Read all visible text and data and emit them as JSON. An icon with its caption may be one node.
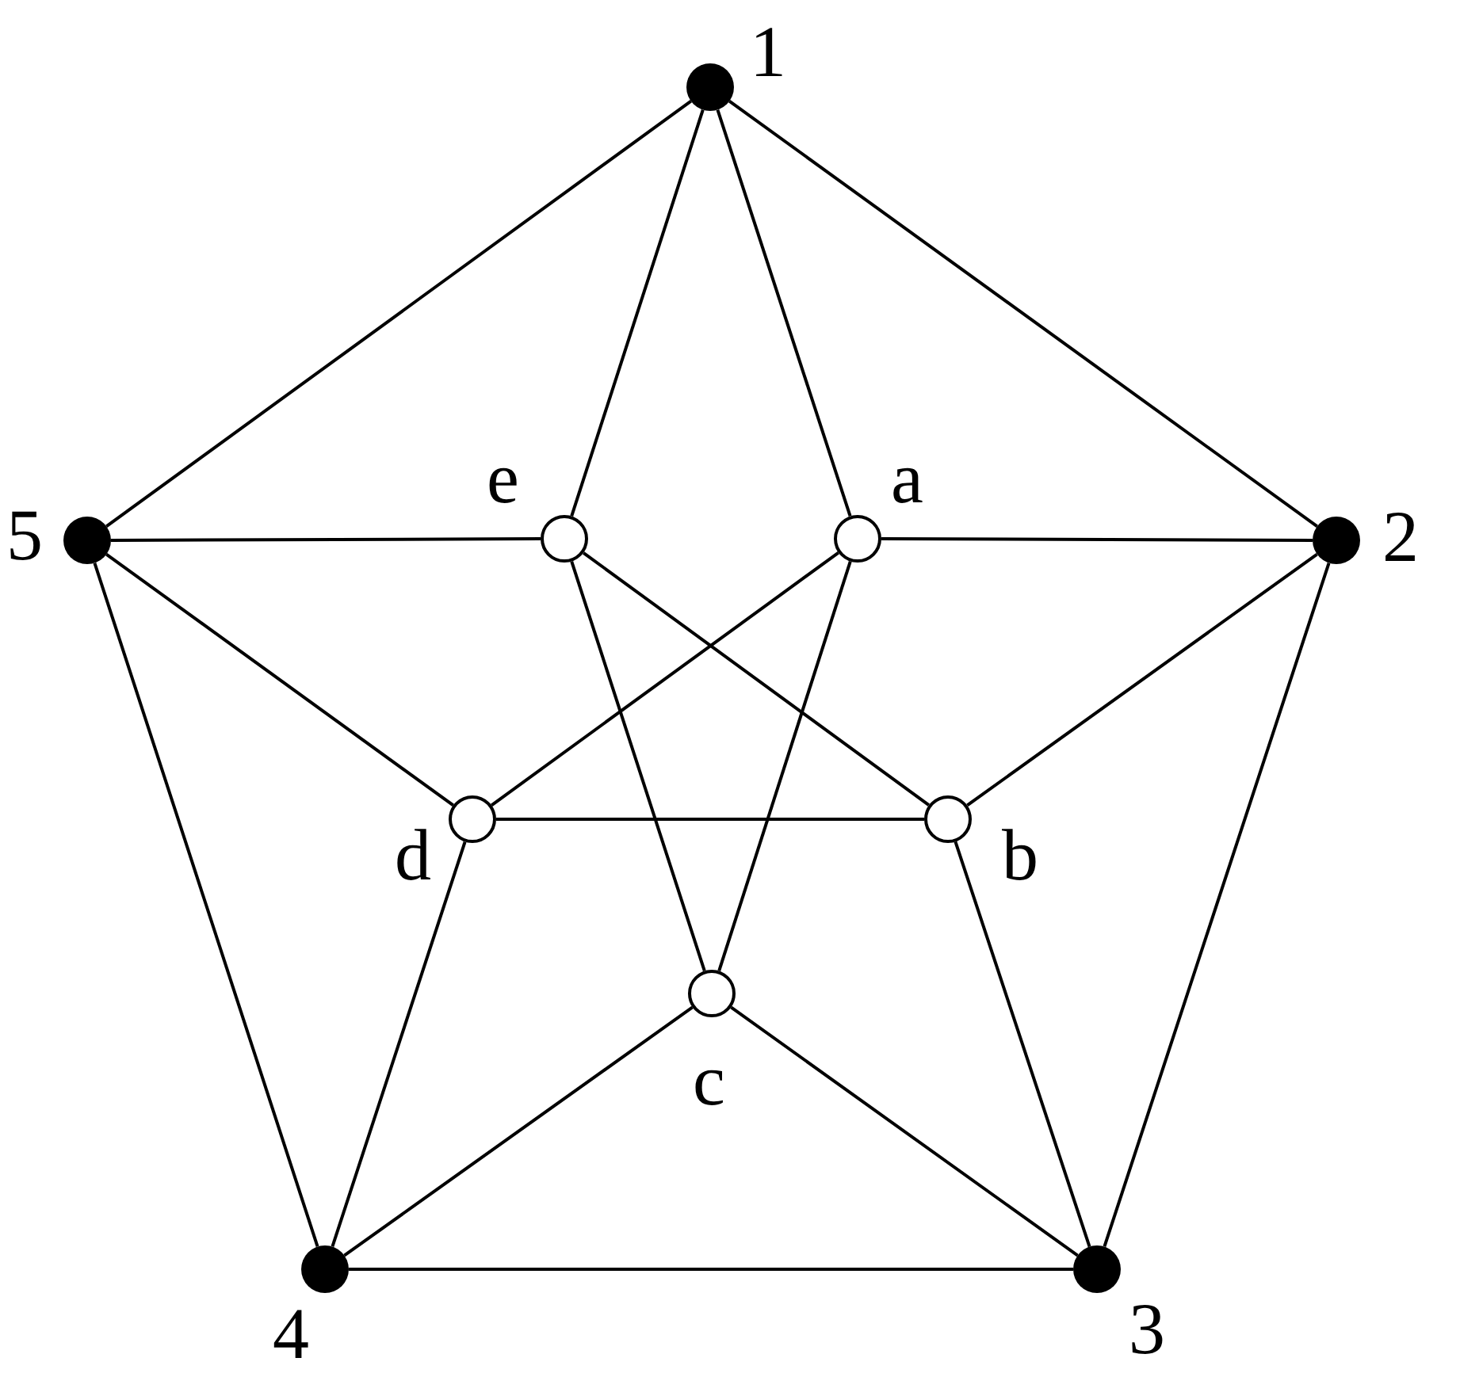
{
  "diagram": {
    "nodes": [
      {
        "text": [],
        "shape": "dot",
        "beside": [
          "1"
        ]
      },
      {
        "text": [],
        "shape": "dot",
        "beside": [
          "5"
        ]
      },
      {
        "text": [],
        "shape": "circle",
        "beside": [
          "e"
        ]
      },
      {
        "text": [],
        "shape": "circle",
        "beside": [
          "a"
        ]
      },
      {
        "text": [],
        "shape": "dot",
        "beside": [
          "2"
        ]
      },
      {
        "text": [],
        "shape": "circle",
        "beside": [
          "d"
        ]
      },
      {
        "text": [],
        "shape": "circle",
        "beside": [
          "b"
        ]
      },
      {
        "text": [],
        "shape": "circle",
        "beside": [
          "c"
        ]
      },
      {
        "text": [],
        "shape": "dot",
        "beside": [
          "4"
        ]
      },
      {
        "text": [],
        "shape": "dot",
        "beside": [
          "3"
        ]
      }
    ],
    "edges": [
      {
        "from": 0,
        "to": 4,
        "arrow": "none"
      },
      {
        "from": 4,
        "to": 9,
        "arrow": "none"
      },
      {
        "from": 9,
        "to": 8,
        "arrow": "none"
      },
      {
        "from": 8,
        "to": 1,
        "arrow": "none"
      },
      {
        "from": 1,
        "to": 0,
        "arrow": "none"
      },
      {
        "from": 0,
        "to": 2,
        "arrow": "none"
      },
      {
        "from": 0,
        "to": 3,
        "arrow": "none"
      },
      {
        "from": 1,
        "to": 2,
        "arrow": "none"
      },
      {
        "from": 1,
        "to": 5,
        "arrow": "none"
      },
      {
        "from": 4,
        "to": 3,
        "arrow": "none"
      },
      {
        "from": 4,
        "to": 6,
        "arrow": "none"
      },
      {
        "from": 8,
        "to": 5,
        "arrow": "none"
      },
      {
        "from": 8,
        "to": 7,
        "arrow": "none"
      },
      {
        "from": 9,
        "to": 7,
        "arrow": "none"
      },
      {
        "from": 9,
        "to": 6,
        "arrow": "none"
      },
      {
        "from": 2,
        "to": 6,
        "arrow": "none"
      },
      {
        "from": 2,
        "to": 7,
        "arrow": "none"
      },
      {
        "from": 3,
        "to": 5,
        "arrow": "none"
      },
      {
        "from": 3,
        "to": 7,
        "arrow": "none"
      },
      {
        "from": 5,
        "to": 6,
        "arrow": "none"
      }
    ]
  }
}
